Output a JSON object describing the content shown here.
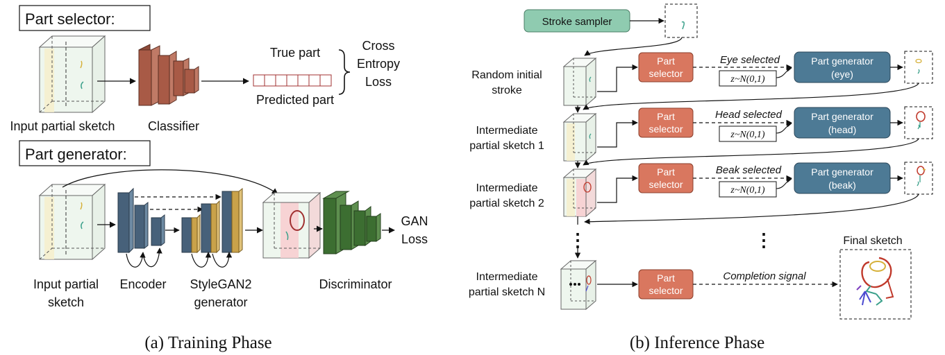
{
  "training": {
    "caption": "(a) Training Phase",
    "part_selector": {
      "header": "Part selector:",
      "input_label": "Input partial sketch",
      "classifier_label": "Classifier",
      "true_part": "True part",
      "predicted_part": "Predicted part",
      "loss_lines": [
        "Cross",
        "Entropy",
        "Loss"
      ]
    },
    "part_generator": {
      "header": "Part generator:",
      "input_label_lines": [
        "Input partial",
        "sketch"
      ],
      "encoder_label": "Encoder",
      "generator_label_lines": [
        "StyleGAN2",
        "generator"
      ],
      "discriminator_label": "Discriminator",
      "gan_loss_lines": [
        "GAN",
        "Loss"
      ]
    }
  },
  "inference": {
    "caption": "(b) Inference Phase",
    "stroke_sampler": "Stroke sampler",
    "stage_labels": [
      [
        "Random initial",
        "stroke"
      ],
      [
        "Intermediate",
        "partial sketch 1"
      ],
      [
        "Intermediate",
        "partial sketch 2"
      ],
      [
        "Intermediate",
        "partial sketch N"
      ]
    ],
    "part_selector_lines": [
      "Part",
      "selector"
    ],
    "selections": [
      "Eye selected",
      "Head selected",
      "Beak selected"
    ],
    "noise": "z~N(0,1)",
    "generators": [
      [
        "Part generator",
        "(eye)"
      ],
      [
        "Part generator",
        "(head)"
      ],
      [
        "Part generator",
        "(beak)"
      ]
    ],
    "completion_signal": "Completion signal",
    "final_sketch": "Final sketch",
    "ellipsis": "⋮"
  },
  "colors": {
    "selector_fill": "#d9775f",
    "generator_fill": "#4d7a95",
    "sampler_fill": "#8fcbb0",
    "classifier_fill": "#a85a46",
    "encoder_fill": "#47617a",
    "stylegan_fill": "#c9a24a",
    "discriminator_fill": "#3c6e31",
    "vector_stroke": "#a03030"
  }
}
